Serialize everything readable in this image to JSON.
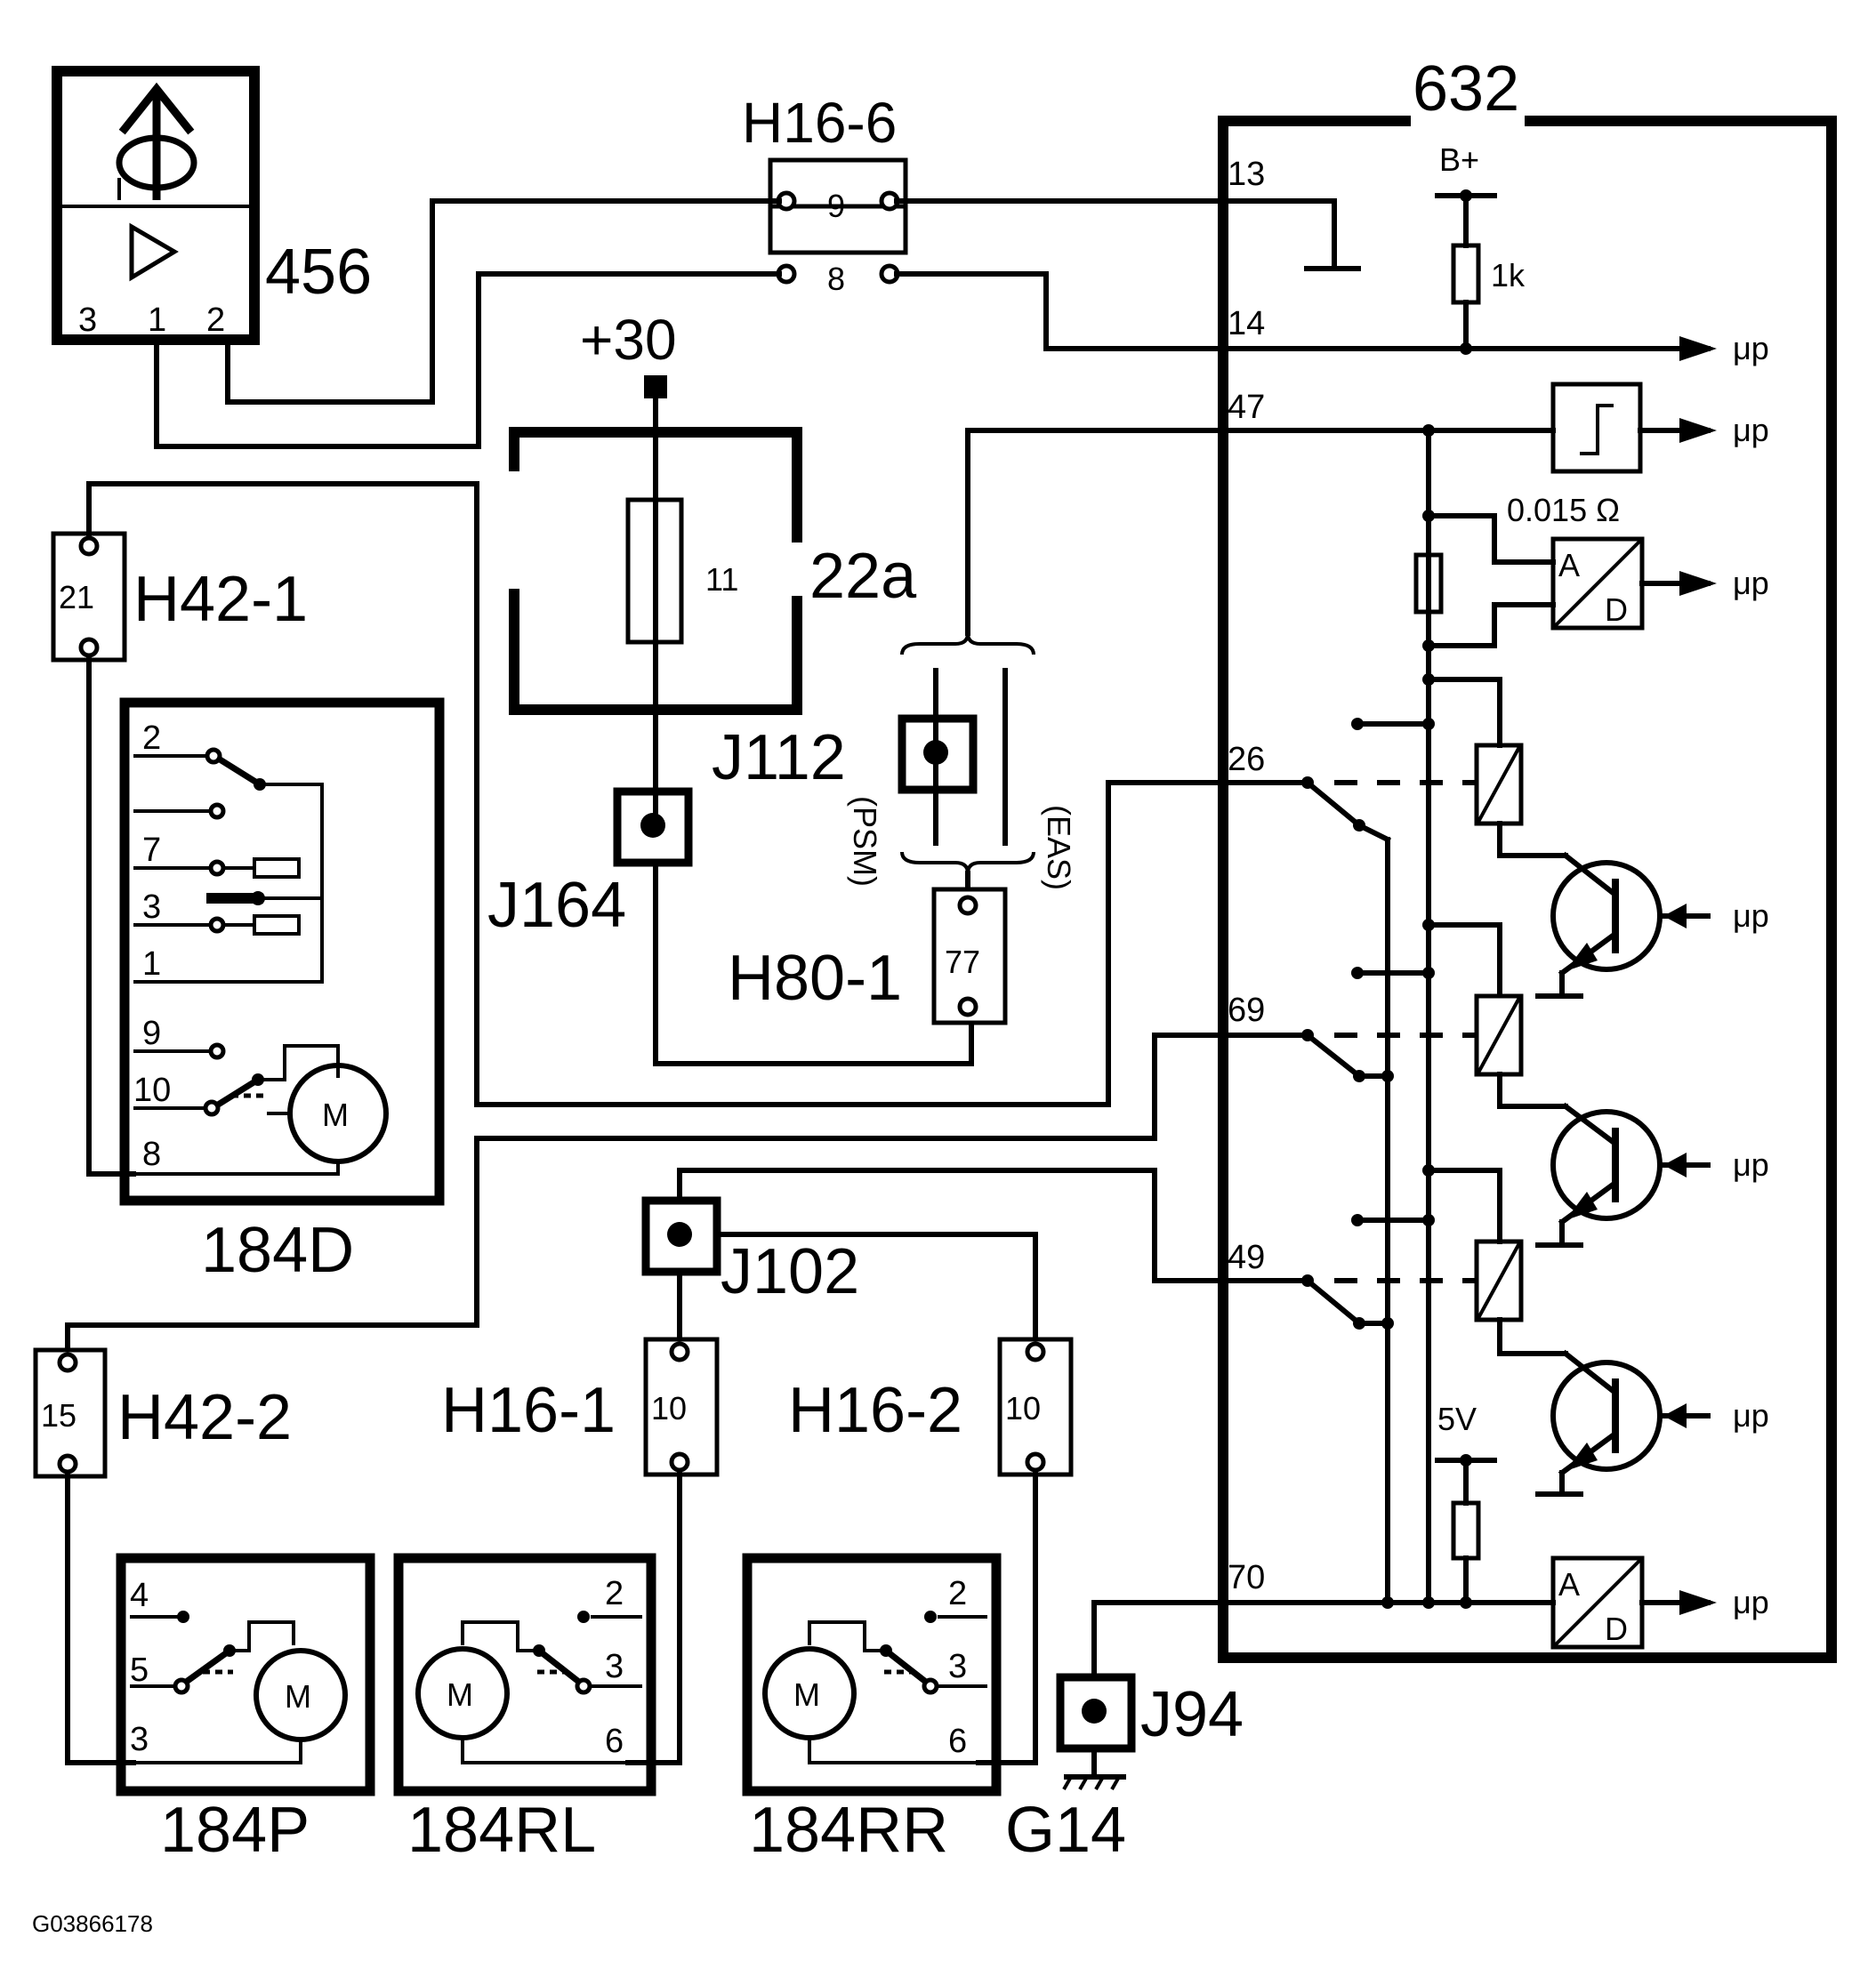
{
  "components": {
    "c456": "456",
    "c632": "632",
    "h16_6": "H16-6",
    "h16_6_p9": "9",
    "h16_6_p8": "8",
    "plus30": "+30",
    "c22a": "22a",
    "fuse11": "11",
    "j164": "J164",
    "j112": "J112",
    "psm": "(PSM)",
    "eas": "(EAS)",
    "h80_1": "H80-1",
    "h80_1_p": "77",
    "h42_1": "H42-1",
    "h42_1_p": "21",
    "c184d": "184D",
    "h42_2": "H42-2",
    "h42_2_p": "15",
    "j102": "J102",
    "h16_1": "H16-1",
    "h16_1_p": "10",
    "h16_2": "H16-2",
    "h16_2_p": "10",
    "c184p": "184P",
    "c184rl": "184RL",
    "c184rr": "184RR",
    "g14": "G14",
    "j94": "J94"
  },
  "pins456": [
    "3",
    "1",
    "2"
  ],
  "pins184d": [
    "2",
    "7",
    "3",
    "1",
    "9",
    "10",
    "8"
  ],
  "pins184p": [
    "4",
    "5",
    "3"
  ],
  "pins184rl": [
    "2",
    "3",
    "6"
  ],
  "pins184rr": [
    "2",
    "3",
    "6"
  ],
  "module632": {
    "pins": [
      "13",
      "14",
      "47",
      "26",
      "69",
      "49",
      "70"
    ],
    "b_plus": "B+",
    "r1k": "1k",
    "shunt": "0.015 Ω",
    "five_v": "5V",
    "mp": "μp",
    "a": "A",
    "d": "D"
  },
  "motor": "M",
  "ref_code": "G03866178"
}
